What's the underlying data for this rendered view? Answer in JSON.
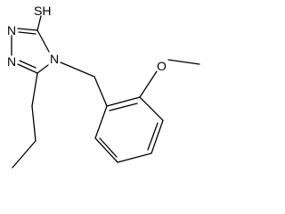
{
  "molecule": {
    "labels": {
      "thiol": "SH",
      "ring_n1": "N",
      "ring_n2": "N",
      "ring_n4": "N",
      "ether_o": "O"
    },
    "colors": {
      "bond": "#000000",
      "label": "#000000",
      "background": "#ffffff"
    }
  }
}
